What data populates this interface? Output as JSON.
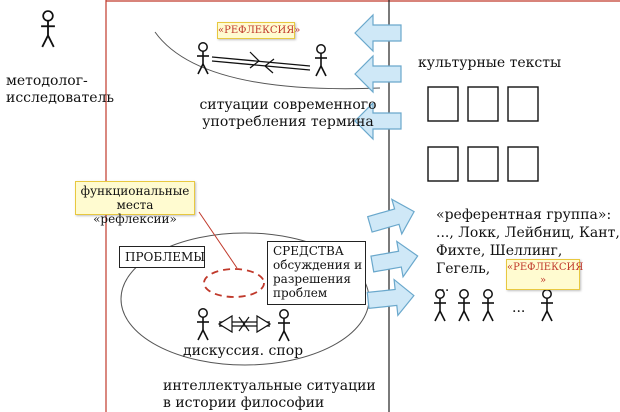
{
  "colors": {
    "frame": "#c0392b",
    "arrow_fill": "#cfe8f7",
    "arrow_stroke": "#6aa8cc",
    "yellow_bg": "#fffbd0"
  },
  "researcher": {
    "line1": "методолог-",
    "line2": "исследователь"
  },
  "top_badge": "«РЕФЛЕКСИЯ»",
  "modern": {
    "line1": "ситуации современного",
    "line2": "употребления термина"
  },
  "cultural_texts": "культурные тексты",
  "functional_places": {
    "line1": "функциональные",
    "line2": "места «рефлексии»"
  },
  "problems": "ПРОБЛЕМЫ",
  "means": {
    "line1": "СРЕДСТВА",
    "line2": "обсуждения и",
    "line3": "разрешения",
    "line4": "проблем"
  },
  "discussion": "дискуссия. спор",
  "intellectual": {
    "line1": "интеллектуальные ситуации",
    "line2": "в истории философии"
  },
  "reference_group": {
    "line1": "«референтная группа»:",
    "line2": "..., Локк, Лейбниц, Кант,",
    "line3": "Фихте, Шеллинг, Гегель,",
    "line4": "..."
  },
  "right_badge": {
    "line1": "«РЕФЛЕКСИЯ",
    "line2": "»"
  },
  "crowd_ellipsis": "...",
  "icons": [
    "person-icon",
    "double-arrow-icon",
    "crossed-arrows-icon",
    "block-arrow-icon",
    "document-square-icon"
  ]
}
